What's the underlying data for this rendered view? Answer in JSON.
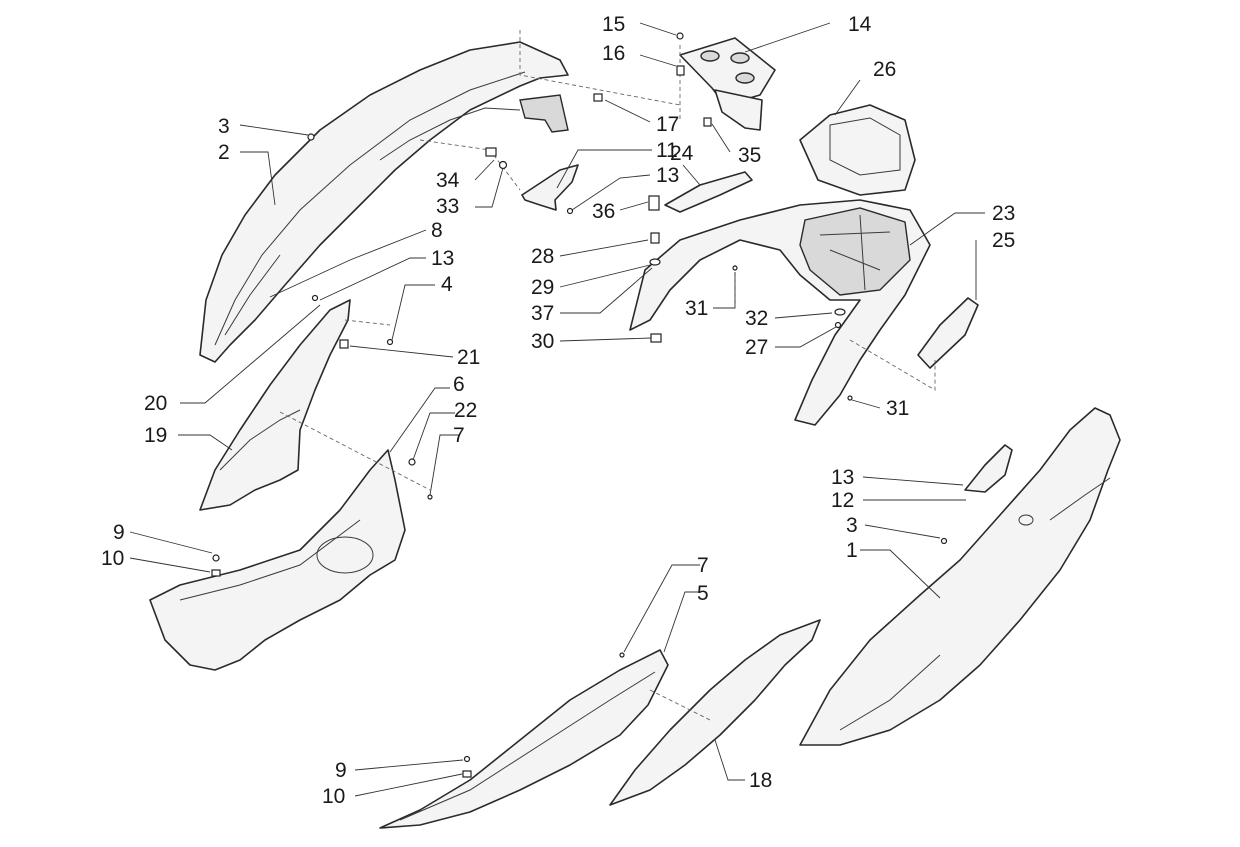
{
  "diagram": {
    "callouts": [
      {
        "id": "c15",
        "text": "15"
      },
      {
        "id": "c14",
        "text": "14"
      },
      {
        "id": "c16",
        "text": "16"
      },
      {
        "id": "c26",
        "text": "26"
      },
      {
        "id": "c3a",
        "text": "3"
      },
      {
        "id": "c2",
        "text": "2"
      },
      {
        "id": "c17",
        "text": "17"
      },
      {
        "id": "c11",
        "text": "11"
      },
      {
        "id": "c24",
        "text": "24"
      },
      {
        "id": "c35",
        "text": "35"
      },
      {
        "id": "c13a",
        "text": "13"
      },
      {
        "id": "c34",
        "text": "34"
      },
      {
        "id": "c33",
        "text": "33"
      },
      {
        "id": "c36",
        "text": "36"
      },
      {
        "id": "c23",
        "text": "23"
      },
      {
        "id": "c8",
        "text": "8"
      },
      {
        "id": "c25",
        "text": "25"
      },
      {
        "id": "c13b",
        "text": "13"
      },
      {
        "id": "c28",
        "text": "28"
      },
      {
        "id": "c4",
        "text": "4"
      },
      {
        "id": "c29",
        "text": "29"
      },
      {
        "id": "c37",
        "text": "37"
      },
      {
        "id": "c31a",
        "text": "31"
      },
      {
        "id": "c32",
        "text": "32"
      },
      {
        "id": "c30",
        "text": "30"
      },
      {
        "id": "c27",
        "text": "27"
      },
      {
        "id": "c21",
        "text": "21"
      },
      {
        "id": "c6",
        "text": "6"
      },
      {
        "id": "c20",
        "text": "20"
      },
      {
        "id": "c31b",
        "text": "31"
      },
      {
        "id": "c22",
        "text": "22"
      },
      {
        "id": "c19",
        "text": "19"
      },
      {
        "id": "c7a",
        "text": "7"
      },
      {
        "id": "c13c",
        "text": "13"
      },
      {
        "id": "c12",
        "text": "12"
      },
      {
        "id": "c9a",
        "text": "9"
      },
      {
        "id": "c3b",
        "text": "3"
      },
      {
        "id": "c10a",
        "text": "10"
      },
      {
        "id": "c1",
        "text": "1"
      },
      {
        "id": "c7b",
        "text": "7"
      },
      {
        "id": "c5",
        "text": "5"
      },
      {
        "id": "c18",
        "text": "18"
      },
      {
        "id": "c9b",
        "text": "9"
      },
      {
        "id": "c10b",
        "text": "10"
      }
    ]
  }
}
